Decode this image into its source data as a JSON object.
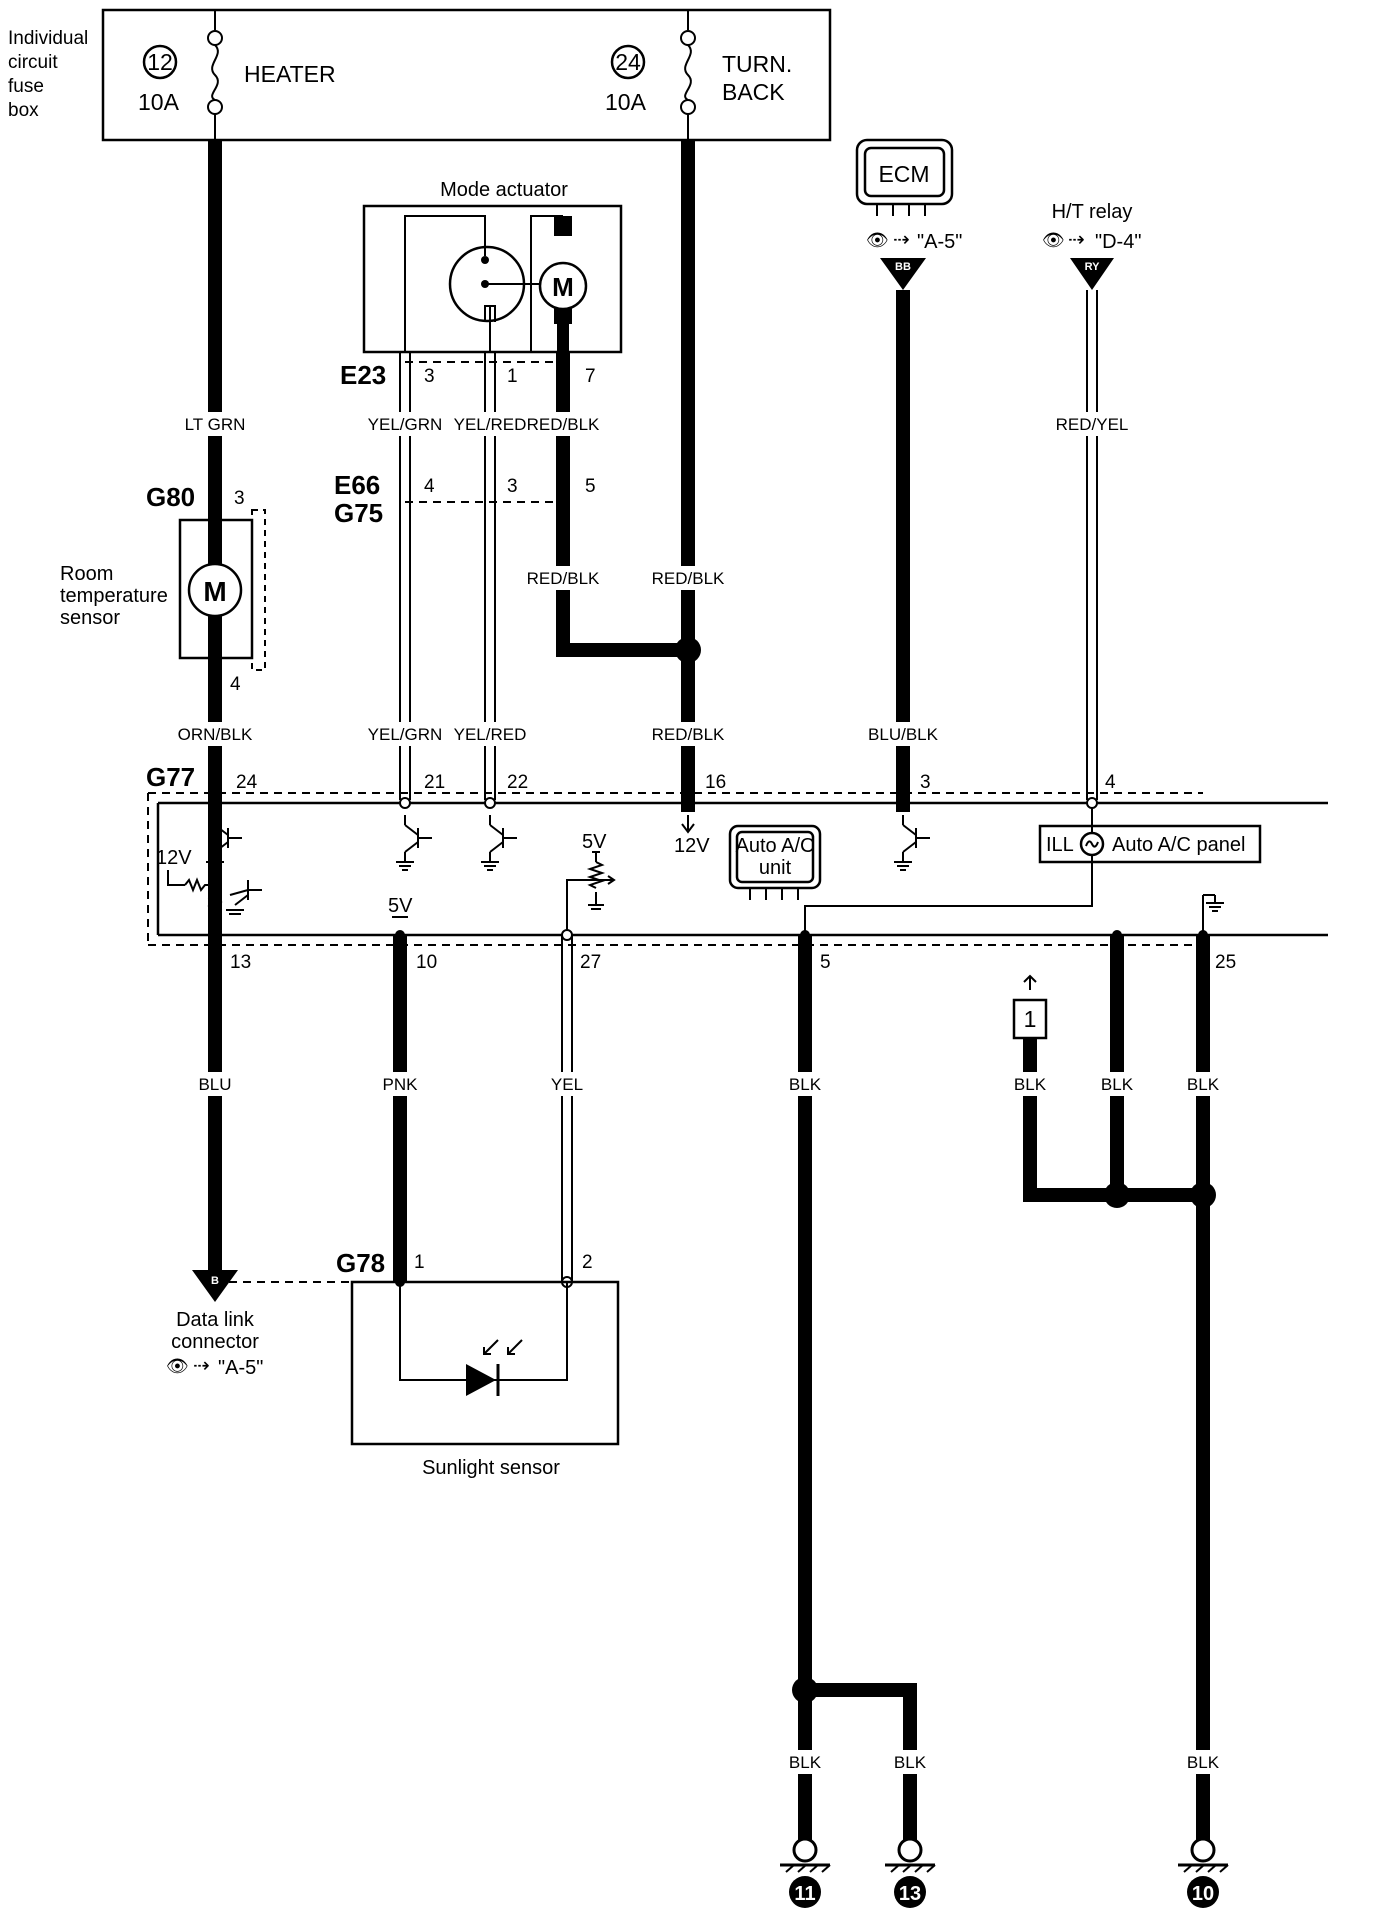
{
  "fuse_box": {
    "label_lines": [
      "Individual",
      "circuit",
      "fuse",
      "box"
    ],
    "fuse1": {
      "number": "12",
      "rating": "10A",
      "name": "HEATER"
    },
    "fuse2": {
      "number": "24",
      "rating": "10A",
      "name_lines": [
        "TURN.",
        "BACK"
      ]
    }
  },
  "mode_actuator": {
    "title": "Mode actuator",
    "motor": "M"
  },
  "ecm": {
    "title": "ECM",
    "ref": "\"A-5\"",
    "connector": "BB"
  },
  "ht_relay": {
    "title": "H/T relay",
    "ref": "\"D-4\"",
    "connector": "RY"
  },
  "connectors": {
    "e23": "E23",
    "e66": "E66",
    "g75": "G75",
    "g80": "G80",
    "g77": "G77",
    "g78": "G78"
  },
  "pins": {
    "e23": [
      "3",
      "1",
      "7"
    ],
    "e66": [
      "4",
      "3",
      "5"
    ],
    "g80": [
      "3",
      "4"
    ],
    "g77_top": [
      "24",
      "21",
      "22",
      "16",
      "3",
      "4"
    ],
    "g77_bottom": [
      "13",
      "10",
      "27",
      "5",
      "25"
    ],
    "g78": [
      "1",
      "2"
    ]
  },
  "wires": {
    "lt_grn": "LT GRN",
    "yel_grn": "YEL/GRN",
    "yel_red": "YEL/RED",
    "red_blk": "RED/BLK",
    "red_yel": "RED/YEL",
    "orn_blk": "ORN/BLK",
    "blu_blk": "BLU/BLK",
    "blu": "BLU",
    "pnk": "PNK",
    "yel": "YEL",
    "blk": "BLK"
  },
  "room_sensor": {
    "label_lines": [
      "Room",
      "temperature",
      "sensor"
    ],
    "motor": "M"
  },
  "auto_ac_unit": {
    "lines": [
      "Auto A/C",
      "unit"
    ]
  },
  "auto_ac_panel": {
    "ill": "ILL",
    "label": "Auto A/C panel"
  },
  "voltages": {
    "v12": "12V",
    "v5": "5V"
  },
  "data_link": {
    "lines": [
      "Data link",
      "connector"
    ],
    "ref": "\"A-5\"",
    "connector": "B"
  },
  "sunlight_sensor": {
    "label": "Sunlight sensor"
  },
  "ground_ref": "1",
  "grounds": [
    "11",
    "13",
    "10"
  ]
}
